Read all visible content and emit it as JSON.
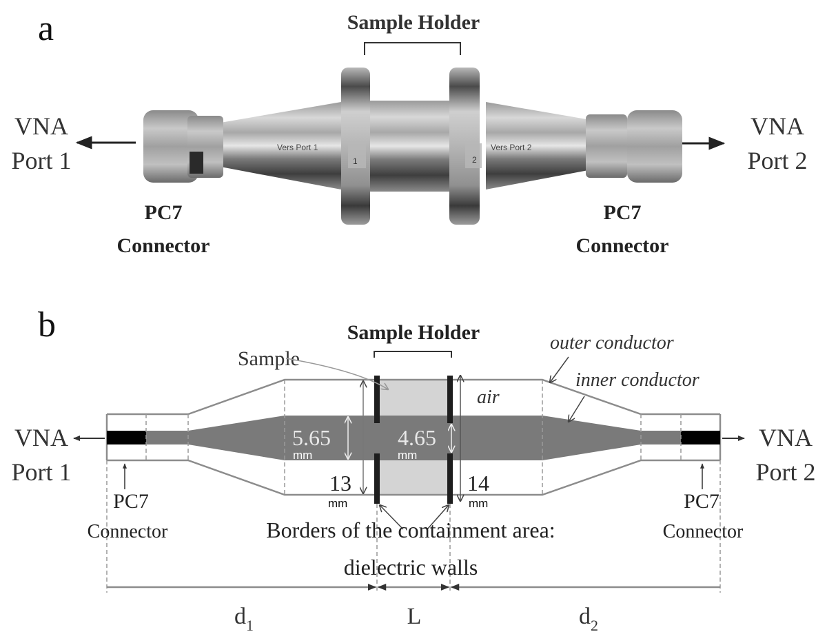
{
  "panel_a": {
    "label": "a",
    "title": "Sample Holder",
    "left_port": {
      "line1": "VNA",
      "line2": "Port 1"
    },
    "right_port": {
      "line1": "VNA",
      "line2": "Port 2"
    },
    "left_connector": {
      "line1": "PC7",
      "line2": "Connector"
    },
    "right_connector": {
      "line1": "PC7",
      "line2": "Connector"
    },
    "engraving_left": "Vers Port 1",
    "engraving_right": "Vers Port 2",
    "flange_left_mark": "1",
    "flange_right_mark": "2"
  },
  "panel_b": {
    "label": "b",
    "title": "Sample Holder",
    "sample_label": "Sample",
    "outer_conductor_label": "outer conductor",
    "inner_conductor_label": "inner conductor",
    "air_label": "air",
    "left_port": {
      "line1": "VNA",
      "line2": "Port 1"
    },
    "right_port": {
      "line1": "VNA",
      "line2": "Port 2"
    },
    "left_connector": {
      "line1": "PC7",
      "line2": "Connector"
    },
    "right_connector": {
      "line1": "PC7",
      "line2": "Connector"
    },
    "dim_inner_left": {
      "value": "5.65",
      "unit": "mm"
    },
    "dim_inner_right": {
      "value": "4.65",
      "unit": "mm"
    },
    "dim_outer_left": {
      "value": "13",
      "unit": "mm"
    },
    "dim_outer_right": {
      "value": "14",
      "unit": "mm"
    },
    "walls_caption": {
      "line1": "Borders of the containment area:",
      "line2": "dielectric walls"
    },
    "segment_d1": {
      "base": "d",
      "sub": "1"
    },
    "segment_L": "L",
    "segment_d2": {
      "base": "d",
      "sub": "2"
    }
  },
  "colors": {
    "inner_conductor": "#7a7a7a",
    "outline": "#8c8c8c",
    "sample_fill": "#d4d4d4",
    "wall": "#1e1e1e",
    "pin": "#000000"
  }
}
